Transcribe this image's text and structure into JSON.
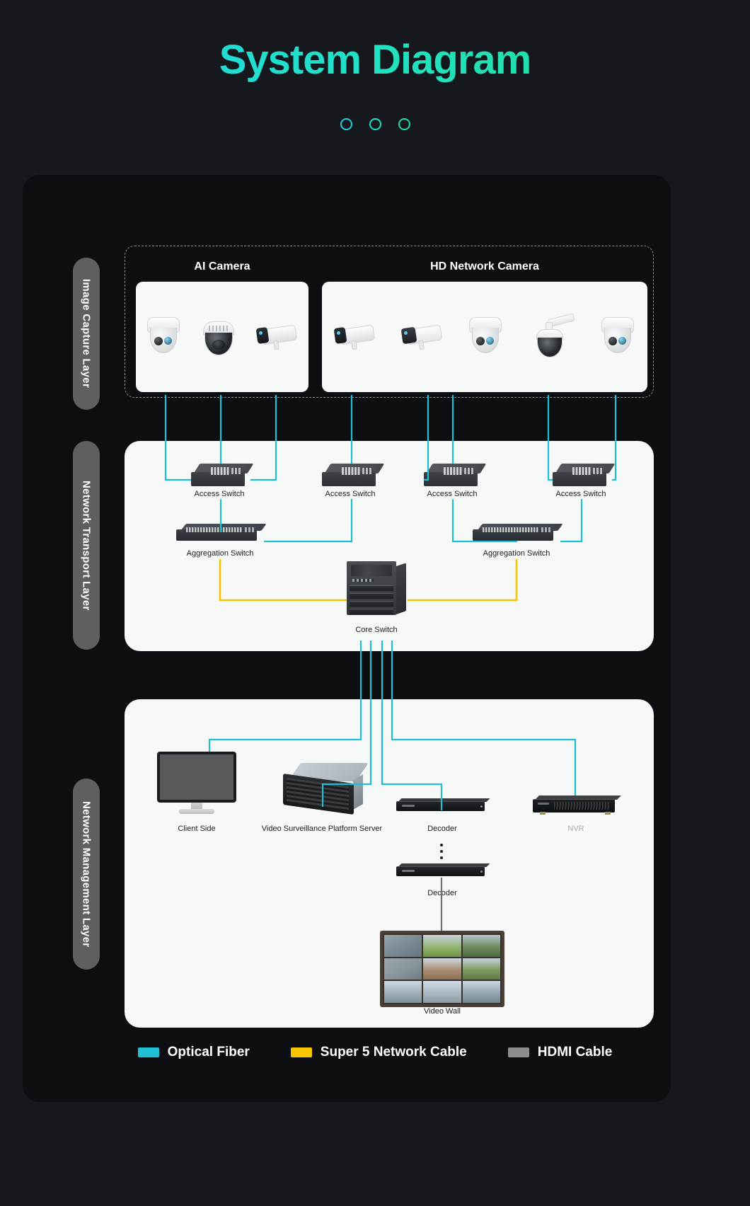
{
  "header": {
    "title": "System Diagram",
    "dots": [
      "dot-1",
      "dot-2",
      "dot-3"
    ]
  },
  "layers": [
    {
      "id": "image-capture",
      "label": "Image Capture Layer"
    },
    {
      "id": "network-transport",
      "label": "Network Transport Layer"
    },
    {
      "id": "network-management",
      "label": "Network Management Layer"
    }
  ],
  "capture_layer": {
    "groups": [
      {
        "title": "AI Camera",
        "cameras": [
          "turret-camera",
          "ptz-dome-camera",
          "bullet-camera"
        ]
      },
      {
        "title": "HD Network Camera",
        "cameras": [
          "bullet-camera",
          "bullet-camera-dark",
          "turret-camera",
          "ptz-arm-camera",
          "dome-camera"
        ]
      }
    ]
  },
  "transport_layer": {
    "access_switches": [
      {
        "label": "Access Switch"
      },
      {
        "label": "Access Switch"
      },
      {
        "label": "Access Switch"
      },
      {
        "label": "Access Switch"
      }
    ],
    "aggregation_switches": [
      {
        "label": "Aggregation Switch"
      },
      {
        "label": "Aggregation Switch"
      }
    ],
    "core_switch": {
      "label": "Core Switch"
    }
  },
  "management_layer": {
    "devices": [
      {
        "label": "Client Side",
        "icon": "monitor-icon",
        "muted": false
      },
      {
        "label": "Video Surveillance Platform Server",
        "icon": "server-icon",
        "muted": false
      },
      {
        "label": "Decoder",
        "icon": "decoder-icon",
        "muted": false
      },
      {
        "label": "NVR",
        "icon": "nvr-icon",
        "muted": true
      },
      {
        "label": "Decoder",
        "icon": "decoder-icon",
        "muted": false
      },
      {
        "label": "Video Wall",
        "icon": "video-wall-icon",
        "muted": false
      }
    ],
    "ellipsis": "vertical-ellipsis"
  },
  "legend": [
    {
      "label": "Optical Fiber",
      "color": "#1fbfd4"
    },
    {
      "label": "Super 5 Network Cable",
      "color": "#f7c400"
    },
    {
      "label": "HDMI Cable",
      "color": "#8b8d90"
    }
  ],
  "colors": {
    "background": "#15181d",
    "board": "#0c0e11",
    "panel": "#f7f8f8",
    "fiber": "#1fbfd4",
    "cat5": "#f7c400",
    "hdmi": "#8b8d90",
    "title_start": "#23d3e8",
    "title_end": "#21e08a"
  }
}
